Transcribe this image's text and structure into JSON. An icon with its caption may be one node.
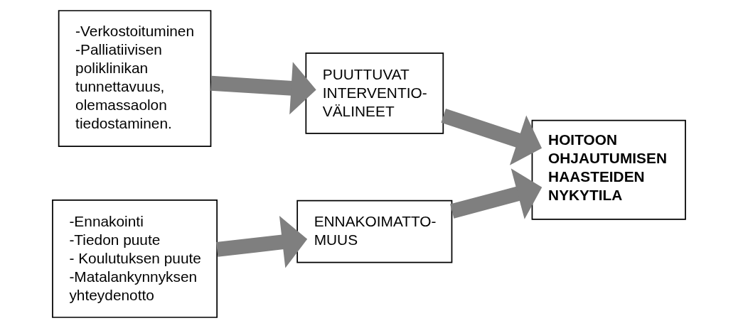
{
  "diagram": {
    "nodes": [
      {
        "text": [
          "-Verkostoituminen",
          "-Palliatiivisen poliklinikan tunnettavuus, olemassaolon tiedostaminen."
        ]
      },
      {
        "text": [
          "PUUTTUVAT INTERVENTIO- VÄLINEET"
        ]
      },
      {
        "text": [
          "HOITOON OHJAUTUMISEN HAASTEIDEN NYKYTILA"
        ]
      },
      {
        "text": [
          "-Ennakointi",
          "-Tiedon puute",
          "- Koulutuksen puute",
          "-Matalankynnyksen yhteydenotto"
        ]
      },
      {
        "text": [
          "ENNAKOIMATTO- MUUS"
        ]
      }
    ],
    "edges": [
      {
        "from": 0,
        "to": 1,
        "arrow": "to"
      },
      {
        "from": 1,
        "to": 2,
        "arrow": "to"
      },
      {
        "from": 3,
        "to": 4,
        "arrow": "to"
      },
      {
        "from": 4,
        "to": 2,
        "arrow": "to"
      }
    ]
  }
}
